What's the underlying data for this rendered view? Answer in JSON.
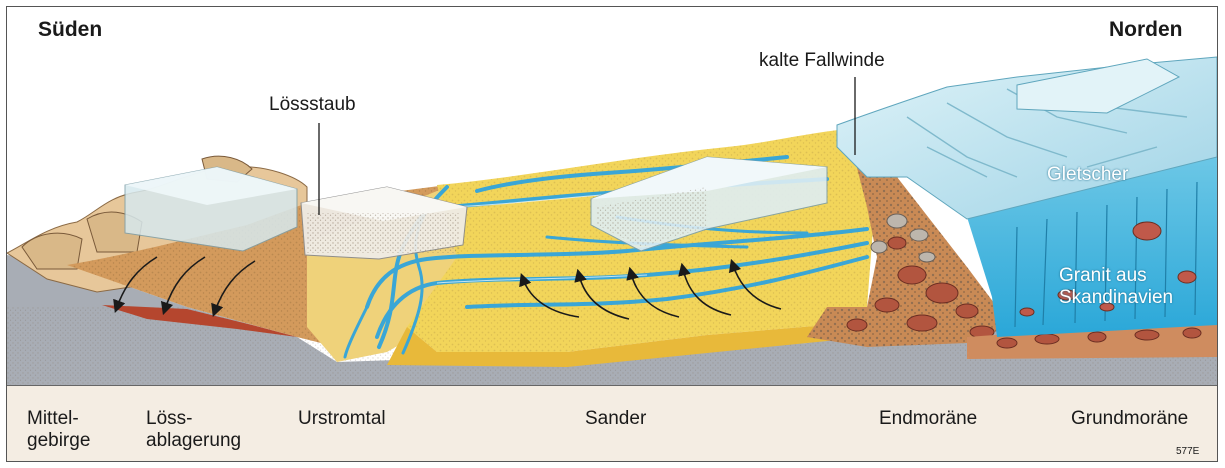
{
  "directions": {
    "south": "Süden",
    "north": "Norden"
  },
  "callouts": {
    "loess_dust": "Lössstaub",
    "katabatic_winds": "kalte Fallwinde",
    "glacier": "Gletscher",
    "granite": "Granit aus\nSkandinavien"
  },
  "zones": {
    "mittelgebirge": "Mittel-\ngebirge",
    "loess_deposit": "Löss-\nablagerung",
    "urstromtal": "Urstromtal",
    "sander": "Sander",
    "endmoraene": "Endmoräne",
    "grundmoraene": "Grundmoräne"
  },
  "figure_code": "577E",
  "colors": {
    "bedrock": "#a8adb5",
    "loess": "#d39a5c",
    "sander": "#f2d55a",
    "meltwater": "#3aa6d6",
    "ice": "#bfe4ef",
    "moraine": "#b2553f"
  }
}
